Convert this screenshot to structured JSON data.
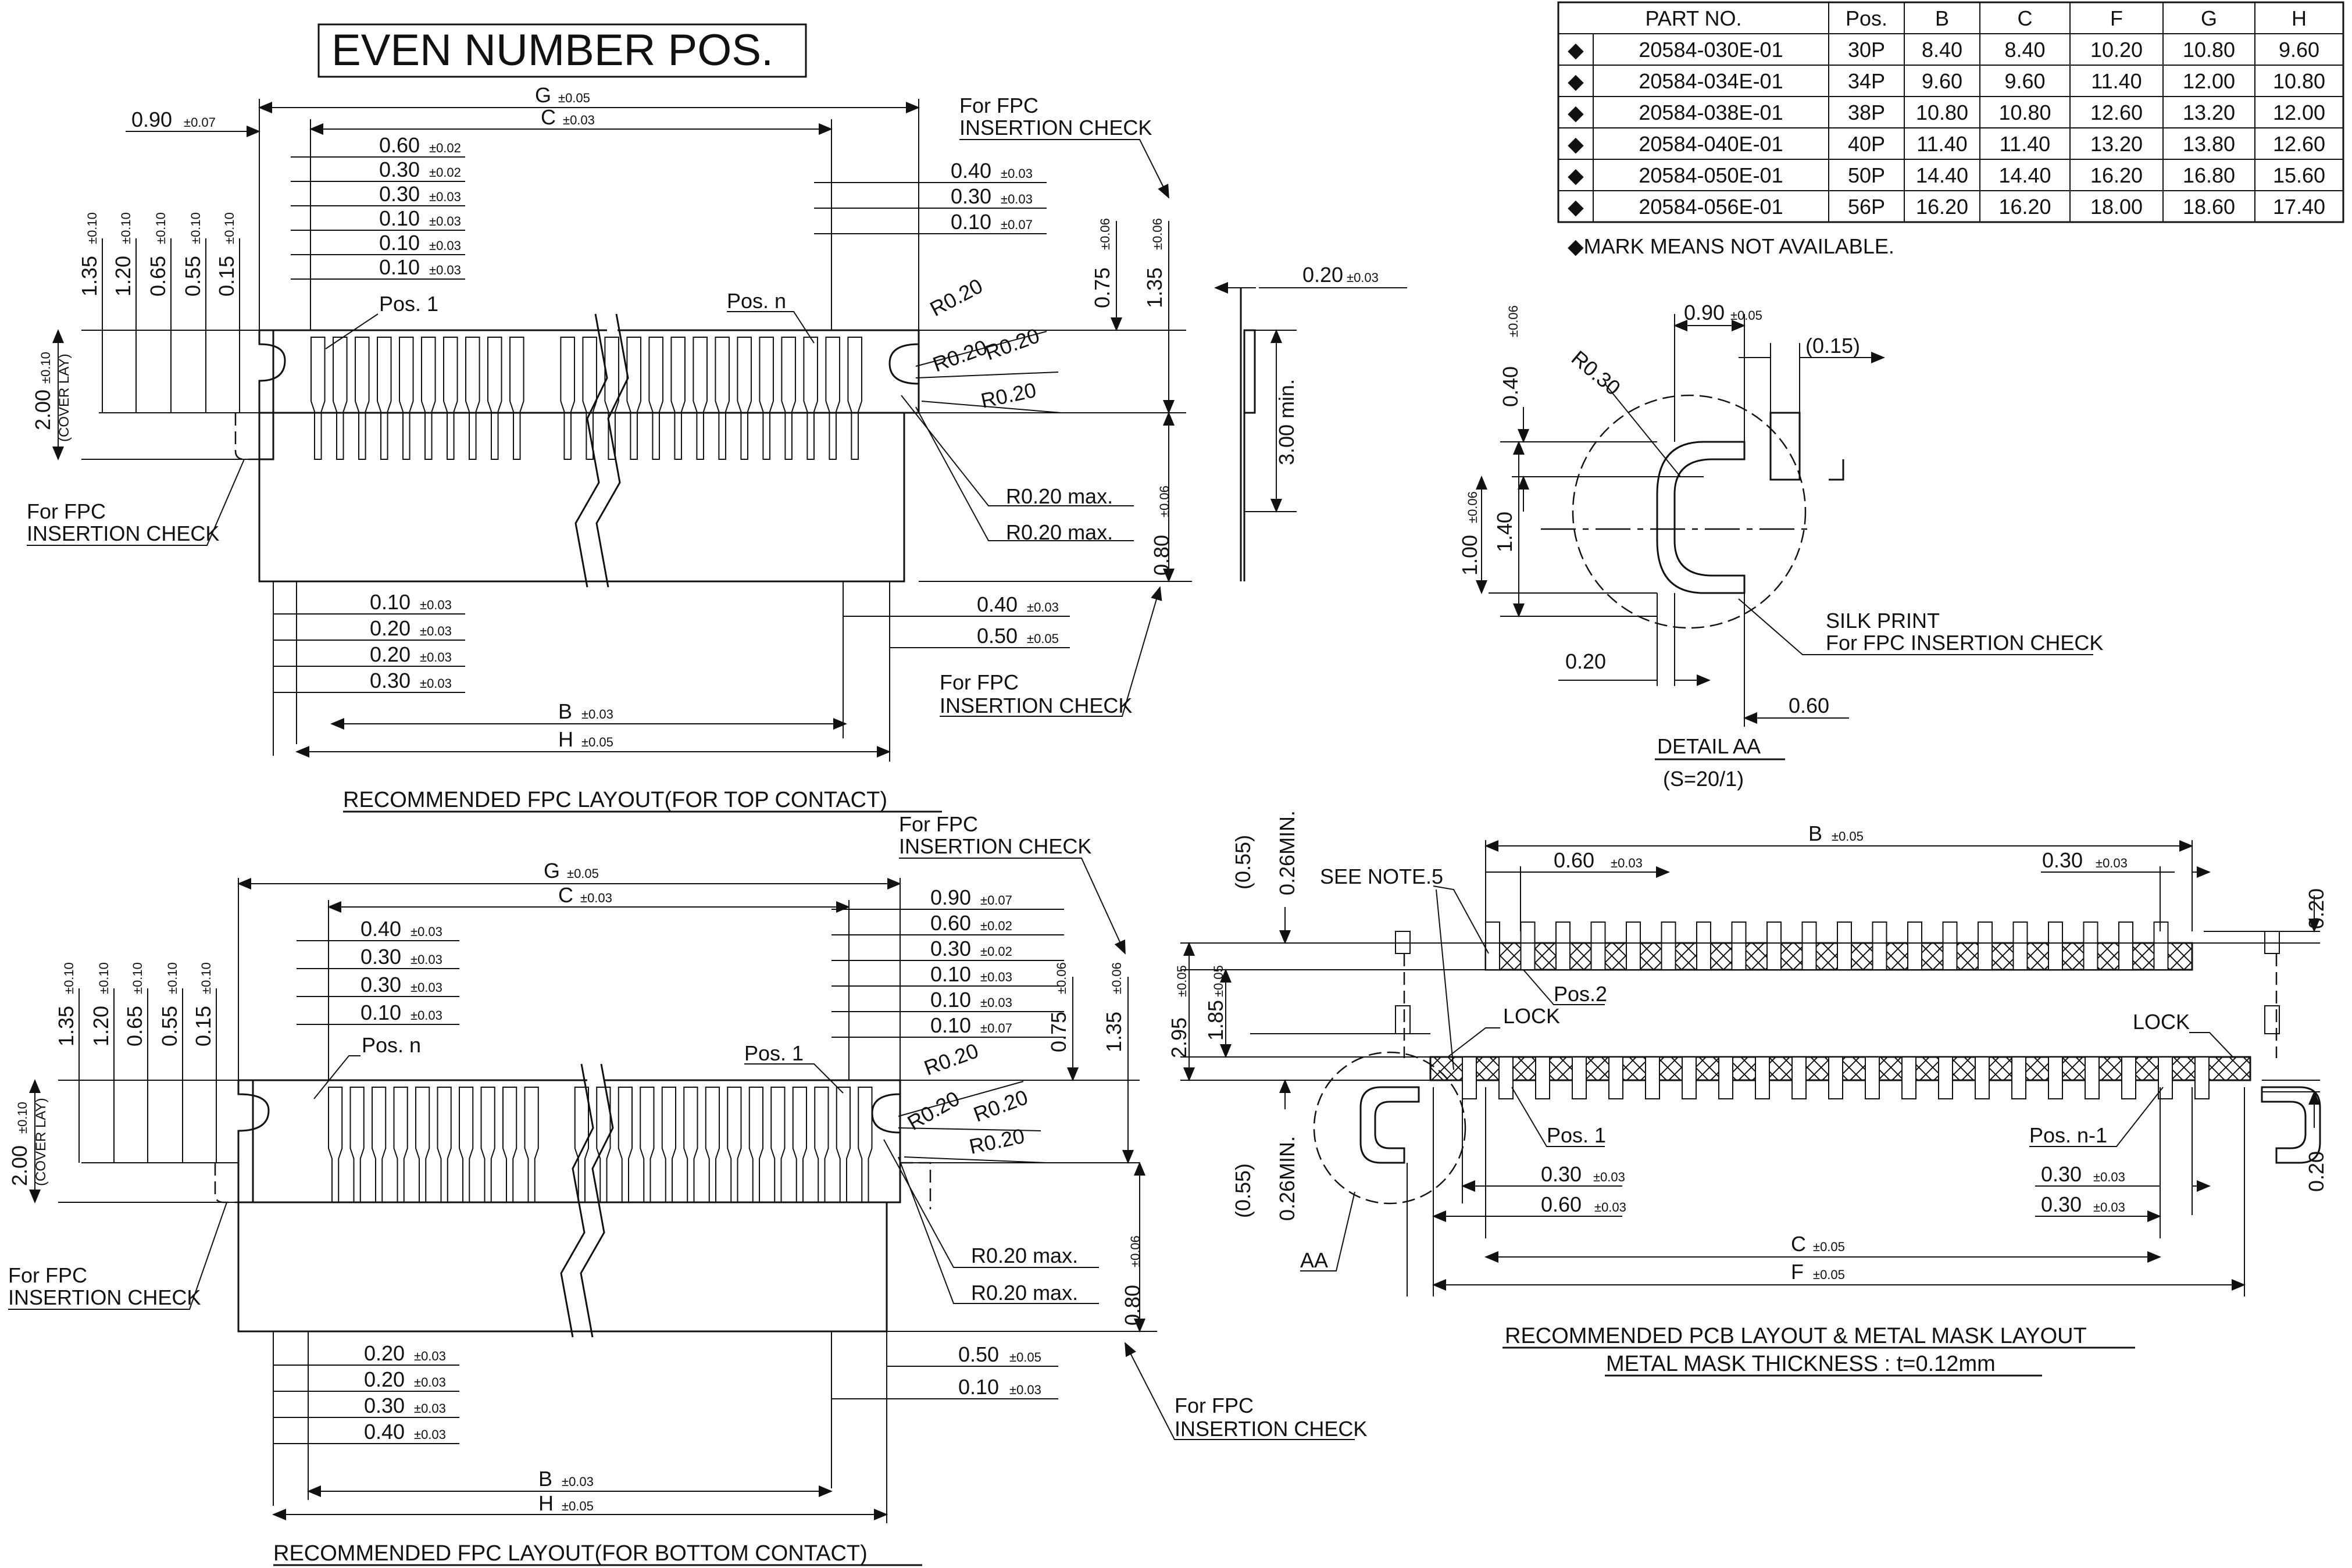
{
  "title": "EVEN NUMBER POS.",
  "table": {
    "headers": [
      "PART NO.",
      "Pos.",
      "B",
      "C",
      "F",
      "G",
      "H"
    ],
    "rows": [
      [
        "20584-030E-01",
        "30P",
        "8.40",
        "8.40",
        "10.20",
        "10.80",
        "9.60"
      ],
      [
        "20584-034E-01",
        "34P",
        "9.60",
        "9.60",
        "11.40",
        "12.00",
        "10.80"
      ],
      [
        "20584-038E-01",
        "38P",
        "10.80",
        "10.80",
        "12.60",
        "13.20",
        "12.00"
      ],
      [
        "20584-040E-01",
        "40P",
        "11.40",
        "11.40",
        "13.20",
        "13.80",
        "12.60"
      ],
      [
        "20584-050E-01",
        "50P",
        "14.40",
        "14.40",
        "16.20",
        "16.80",
        "15.60"
      ],
      [
        "20584-056E-01",
        "56P",
        "16.20",
        "16.20",
        "18.00",
        "18.60",
        "17.40"
      ]
    ],
    "mark": "◆",
    "note": "◆MARK MEANS NOT AVAILABLE."
  },
  "captions": {
    "top": "RECOMMENDED FPC LAYOUT(FOR TOP CONTACT)",
    "bottom": "RECOMMENDED FPC LAYOUT(FOR BOTTOM CONTACT)",
    "pcb1": "RECOMMENDED PCB LAYOUT & METAL MASK LAYOUT",
    "pcb2": "METAL MASK THICKNESS : t=0.12mm",
    "detail": "DETAIL AA",
    "scale": "(S=20/1)"
  },
  "labels": {
    "fpc1": "For FPC",
    "fpc2": "INSERTION CHECK",
    "pos1": "Pos. 1",
    "posn": "Pos. n",
    "pos2": "Pos.2",
    "posn1": "Pos. n-1",
    "lock": "LOCK",
    "seenote": "SEE NOTE.5",
    "aa": "AA",
    "silk1": "SILK PRINT",
    "silk2": "For FPC INSERTION CHECK",
    "coverlay": "(COVER LAY)",
    "min300": "3.00 min.",
    "r020max": "R0.20 max.",
    "r020": "R0.20",
    "r030": "R0.30"
  },
  "dims": {
    "G": "G",
    "C": "C",
    "B": "B",
    "H": "H",
    "F": "F",
    "v090": "0.90",
    "v060": "0.60",
    "v030": "0.30",
    "v010": "0.10",
    "v040": "0.40",
    "v020": "0.20",
    "v050": "0.50",
    "v135": "1.35",
    "v120": "1.20",
    "v065": "0.65",
    "v055": "0.55",
    "v015": "0.15",
    "v200": "2.00",
    "v075": "0.75",
    "v080": "0.80",
    "v140": "1.40",
    "v100": "1.00",
    "v295": "2.95",
    "v185": "1.85",
    "p055": "(0.55)",
    "m026": "0.26MIN.",
    "p015": "(0.15)",
    "t005": "±0.05",
    "t003": "±0.03",
    "t002": "±0.02",
    "t007": "±0.07",
    "t010": "±0.10",
    "t006": "±0.06"
  }
}
